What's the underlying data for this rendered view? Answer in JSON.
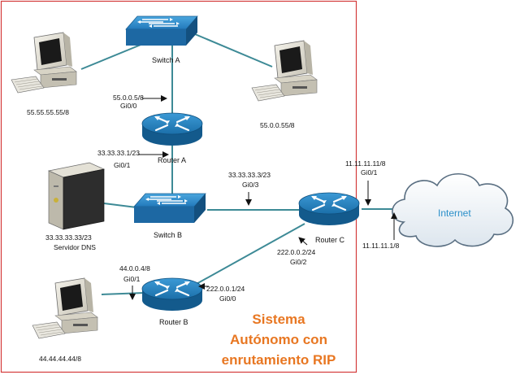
{
  "colors": {
    "link": "#3d8a96",
    "router": "#1a6fa8",
    "switch": "#2a7fc1",
    "border": "#d43b3b",
    "orange": "#e87722",
    "cloud_text": "#2a8fc9"
  },
  "devices": {
    "switch_a": "Switch A",
    "switch_b": "Switch B",
    "router_a": "Router A",
    "router_b": "Router B",
    "router_c": "Router C",
    "internet": "Internet"
  },
  "hosts": {
    "pc_top_left": "55.55.55.55/8",
    "pc_top_right": "55.0.0.55/8",
    "server_ip": "33.33.33.33/23",
    "server_name": "Servidor DNS",
    "pc_bottom": "44.44.44.44/8"
  },
  "interfaces": {
    "ra_gi00_ip": "55.0.0.5/8",
    "ra_gi00_name": "Gi0/0",
    "ra_gi01_ip": "33.33.33.1/23",
    "ra_gi01_name": "Gi0/1",
    "rc_gi03_ip": "33.33.33.3/23",
    "rc_gi03_name": "Gi0/3",
    "rc_gi01_ip": "11.11.11.11/8",
    "rc_gi01_name": "Gi0/1",
    "isp_ip": "11.11.11.1/8",
    "rc_gi02_ip": "222.0.0.2/24",
    "rc_gi02_name": "Gi0/2",
    "rb_gi01_ip": "44.0.0.4/8",
    "rb_gi01_name": "Gi0/1",
    "rb_gi00_ip": "222.0.0.1/24",
    "rb_gi00_name": "Gi0/0"
  },
  "caption": {
    "line1": "Sistema",
    "line2": "Autónomo con",
    "line3": "enrutamiento RIP"
  }
}
